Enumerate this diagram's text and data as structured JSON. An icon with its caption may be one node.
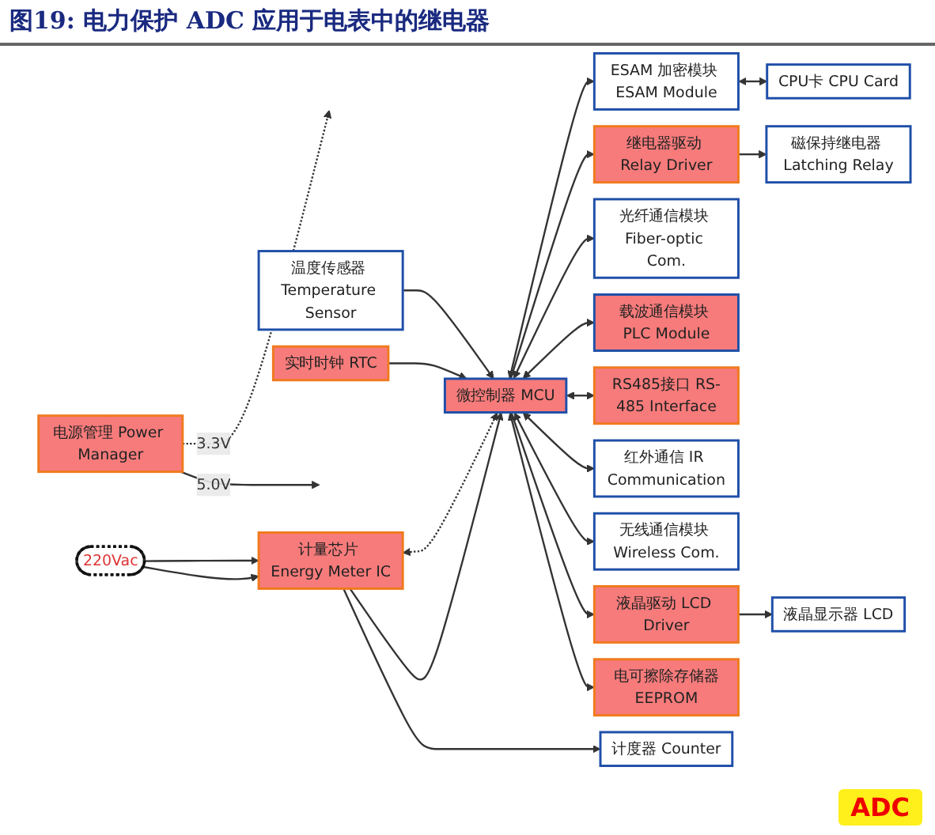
{
  "diagram": {
    "title": "图19: 电力保护 ADC 应用于电表中的继电器",
    "nodes": [
      {
        "text": [
          "220Vac"
        ]
      },
      {
        "text": [
          "计量芯片 Energy Meter IC"
        ]
      },
      {
        "text": [
          "计度器 Counter"
        ]
      },
      {
        "text": [
          "温度传感器 Temperature Sensor"
        ]
      },
      {
        "text": [
          "液晶驱动 LCD Driver"
        ]
      },
      {
        "text": [
          "液晶显示器 LCD"
        ]
      },
      {
        "text": [
          "微控制器 MCU"
        ]
      },
      {
        "text": [
          "实时时钟 RTC"
        ]
      },
      {
        "text": [
          "无线通信模块 Wireless Com."
        ]
      },
      {
        "text": [
          "电可擦除存储器EEPROM"
        ]
      },
      {
        "text": [
          "红外通信 IR Communication"
        ]
      },
      {
        "text": [
          "继电器驱动 Relay Driver"
        ]
      },
      {
        "text": [
          "ESAM 加密模块 ESAM Module"
        ]
      },
      {
        "text": [
          "RS485接口 RS-485 Interface"
        ]
      },
      {
        "text": [
          "载波通信模块 PLC Module"
        ]
      },
      {
        "text": [
          "电源管理 Power Manager"
        ]
      },
      {
        "text": [
          "磁保持继电器 Latching Relay"
        ]
      },
      {
        "text": [
          "CPU卡 CPU Card"
        ]
      },
      {
        "text": [
          "光纤通信模块 Fiber-optic Com."
        ]
      }
    ],
    "edges": [
      {
        "from": 0,
        "to": 1,
        "arrow": "to"
      },
      {
        "from": 0,
        "to": 1,
        "arrow": "to"
      },
      {
        "from": 1,
        "to": 2,
        "arrow": "to"
      },
      {
        "from": 1,
        "to": 6,
        "arrow": "to"
      },
      {
        "from": 6,
        "to": 1,
        "arrow": "both",
        "style": "dashed"
      },
      {
        "from": 3,
        "to": 6,
        "arrow": "to"
      },
      {
        "from": 7,
        "to": 6,
        "arrow": "to"
      },
      {
        "from": 6,
        "to": 9,
        "arrow": "both"
      },
      {
        "from": 6,
        "to": 4,
        "arrow": "to"
      },
      {
        "from": 4,
        "to": 5,
        "arrow": "to"
      },
      {
        "from": 6,
        "to": 8,
        "arrow": "both"
      },
      {
        "from": 6,
        "to": 10,
        "arrow": "both"
      },
      {
        "from": 6,
        "to": 13,
        "arrow": "both"
      },
      {
        "from": 6,
        "to": 14,
        "arrow": "both"
      },
      {
        "from": 6,
        "to": 18,
        "arrow": "both"
      },
      {
        "from": 6,
        "to": 11,
        "arrow": "to"
      },
      {
        "from": 6,
        "to": 12,
        "arrow": "both"
      },
      {
        "from": 11,
        "to": 16,
        "arrow": "to"
      },
      {
        "from": 12,
        "to": 17,
        "arrow": "both"
      },
      {
        "from": 15,
        "to": null,
        "arrow": "to",
        "label": "5.0V"
      },
      {
        "from": 15,
        "to": null,
        "arrow": "to",
        "label": "3.3V",
        "style": "dashed"
      }
    ],
    "labels": [
      "ADC"
    ]
  }
}
